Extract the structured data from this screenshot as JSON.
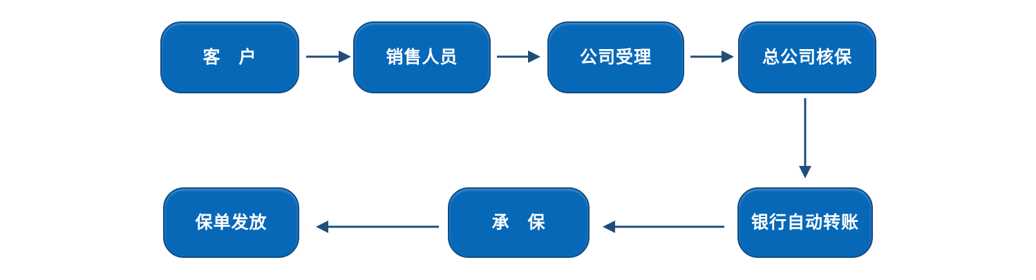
{
  "diagram": {
    "background": "#ffffff",
    "colors": {
      "page_bg": "#ffffff",
      "node_fill": "#0768b8",
      "node_border": "#0f4c86",
      "node_text": "#ffffff",
      "arrow": "#1f4e79"
    },
    "nodes": [
      {
        "id": "customer",
        "label": "客　户"
      },
      {
        "id": "sales-staff",
        "label": "销售人员"
      },
      {
        "id": "company-acceptance",
        "label": "公司受理"
      },
      {
        "id": "head-office-underwriting",
        "label": "总公司核保"
      },
      {
        "id": "bank-auto-transfer",
        "label": "银行自动转账"
      },
      {
        "id": "underwriting",
        "label": "承　保"
      },
      {
        "id": "policy-issuance",
        "label": "保单发放"
      }
    ],
    "edges": [
      {
        "from": "customer",
        "to": "sales-staff",
        "direction": "right"
      },
      {
        "from": "sales-staff",
        "to": "company-acceptance",
        "direction": "right"
      },
      {
        "from": "company-acceptance",
        "to": "head-office-underwriting",
        "direction": "right"
      },
      {
        "from": "head-office-underwriting",
        "to": "bank-auto-transfer",
        "direction": "down"
      },
      {
        "from": "bank-auto-transfer",
        "to": "underwriting",
        "direction": "left"
      },
      {
        "from": "underwriting",
        "to": "policy-issuance",
        "direction": "left"
      }
    ]
  }
}
